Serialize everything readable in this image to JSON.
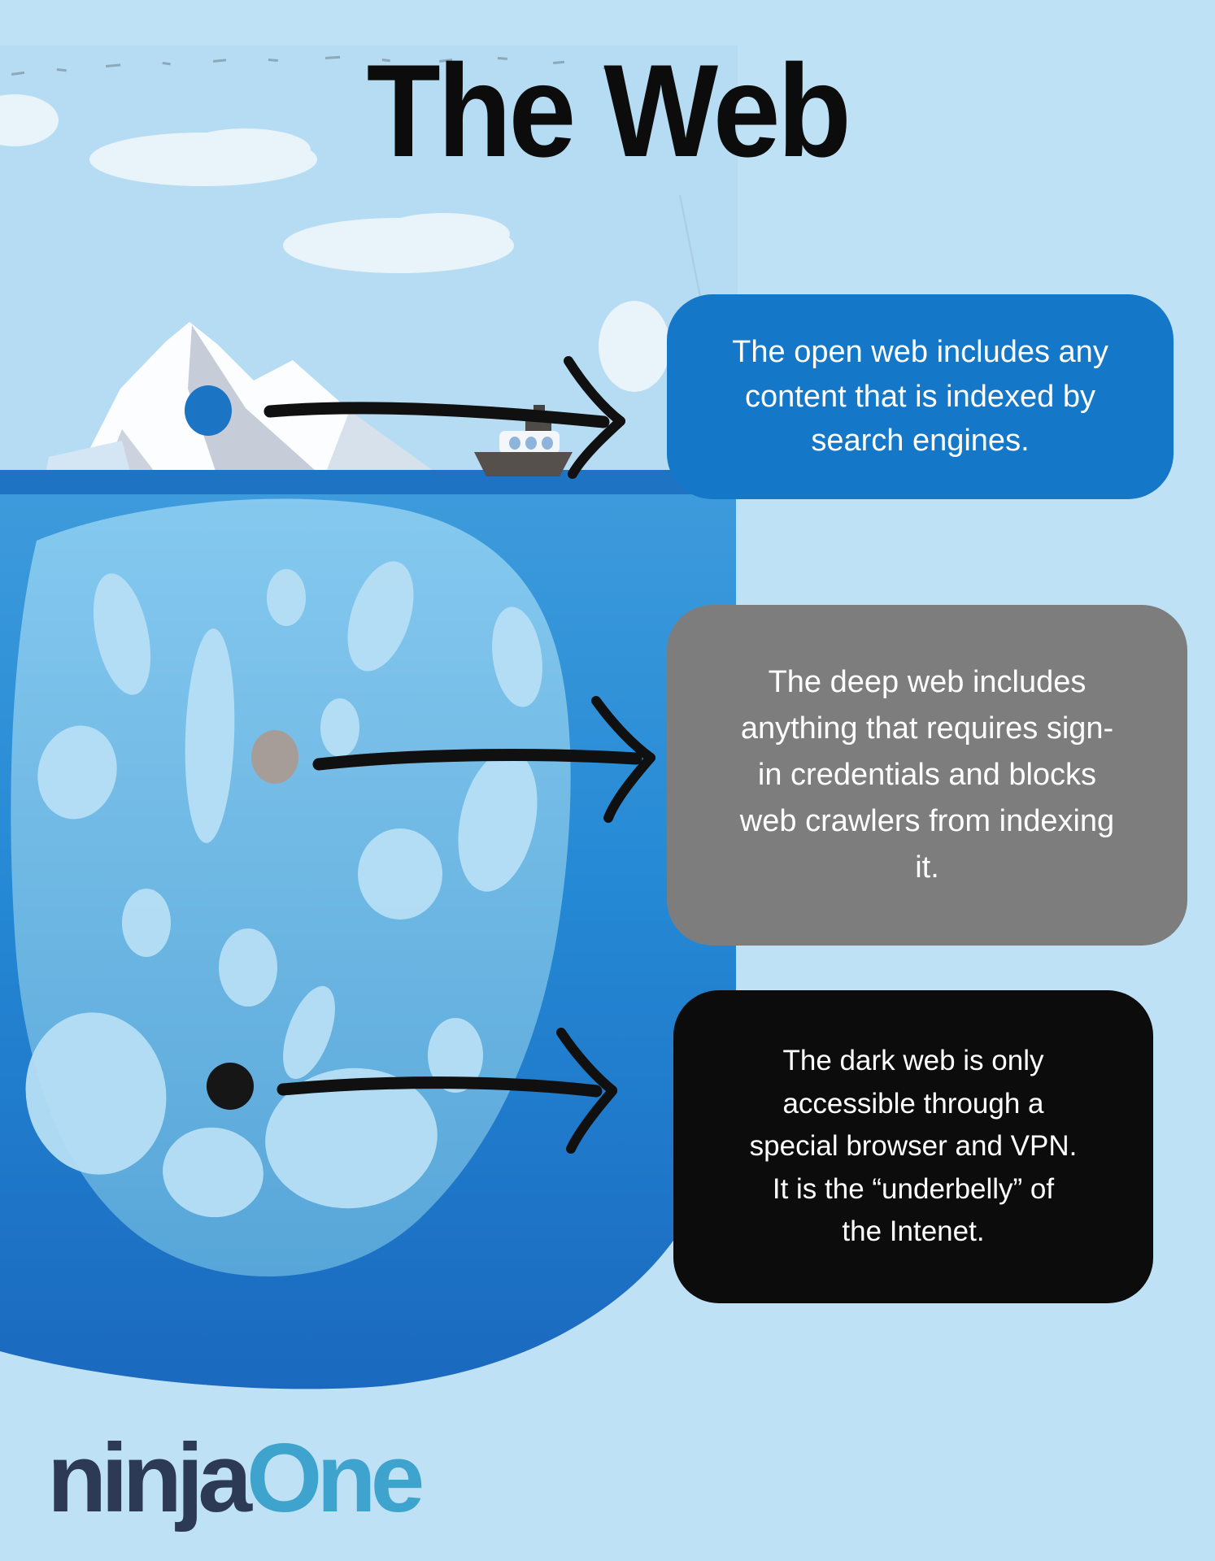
{
  "title": "The Web",
  "callouts": {
    "open_web": {
      "text": "The open web includes any\ncontent that is indexed by\nsearch engines.",
      "color": "#1477c8"
    },
    "deep_web": {
      "text": "The deep web includes\nanything that requires sign-\nin credentials and blocks\nweb crawlers from indexing\nit.",
      "color": "#7d7d7d"
    },
    "dark_web": {
      "text": "The dark web is only\naccessible through a\nspecial browser and VPN.\nIt is the “underbelly” of\nthe Intenet.",
      "color": "#0c0c0c"
    }
  },
  "markers": {
    "open_web_dot_color": "#1b74c4",
    "deep_web_dot_color": "#a79d98",
    "dark_web_dot_color": "#161616",
    "arrow_color": "#101010"
  },
  "logo": {
    "ninja": "ninja",
    "one": "One",
    "ninja_color": "#2d3a55",
    "one_color": "#3ea4ce"
  },
  "palette": {
    "background": "#bfe1f5",
    "sky": "#b6dcf3",
    "cloud": "#e9f3fa",
    "sea_top": "#3f9cdc",
    "sea_bottom": "#1a69bf",
    "waterline": "#1e74c2",
    "iceberg_white": "#fbfdfe",
    "iceberg_underwater_top": "#85c9ef",
    "iceberg_underwater_bottom": "#56a5d8",
    "iceberg_patches": "#b7dff5",
    "title_color": "#0c0c0c"
  }
}
